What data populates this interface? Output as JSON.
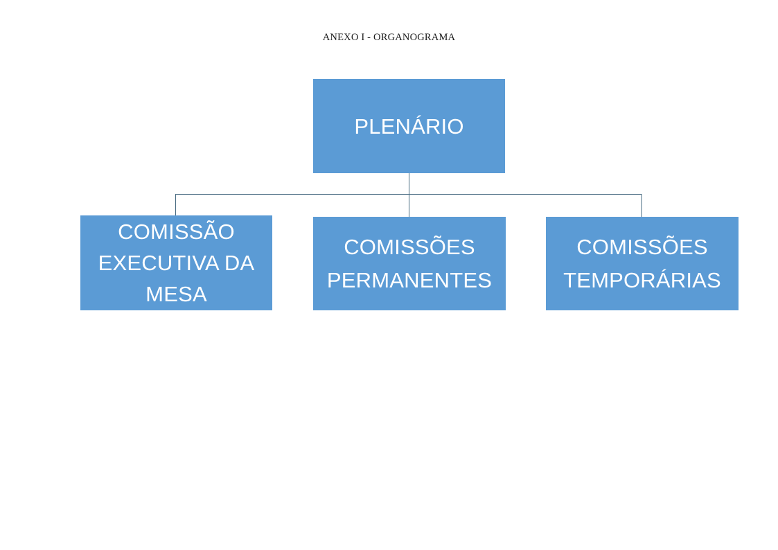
{
  "document": {
    "title": "ANEXO I - ORGANOGRAMA"
  },
  "theme": {
    "page_background": "#ffffff",
    "box_fill": "#5B9BD5",
    "box_text_color": "#ffffff",
    "connector_color": "#466A80",
    "title_color": "#1a1a1a"
  },
  "chart_data": {
    "type": "diagram",
    "diagram_type": "organization-chart",
    "title": "ANEXO I - ORGANOGRAMA",
    "orientation": "top-down",
    "nodes": [
      {
        "id": "plenario",
        "label": "PLENÁRIO",
        "level": 0,
        "parent": null,
        "fill": "#5B9BD5",
        "text_color": "#ffffff"
      },
      {
        "id": "comissao-executiva-da-mesa",
        "label": "COMISSÃO\nEXECUTIVA DA\nMESA",
        "level": 1,
        "parent": "plenario",
        "fill": "#5B9BD5",
        "text_color": "#ffffff"
      },
      {
        "id": "comissoes-permanentes",
        "label": "COMISSÕES\nPERMANENTES",
        "level": 1,
        "parent": "plenario",
        "fill": "#5B9BD5",
        "text_color": "#ffffff"
      },
      {
        "id": "comissoes-temporarias",
        "label": "COMISSÕES\nTEMPORÁRIAS",
        "level": 1,
        "parent": "plenario",
        "fill": "#5B9BD5",
        "text_color": "#ffffff"
      }
    ],
    "edges": [
      {
        "from": "plenario",
        "to": "comissao-executiva-da-mesa"
      },
      {
        "from": "plenario",
        "to": "comissoes-permanentes"
      },
      {
        "from": "plenario",
        "to": "comissoes-temporarias"
      }
    ]
  }
}
